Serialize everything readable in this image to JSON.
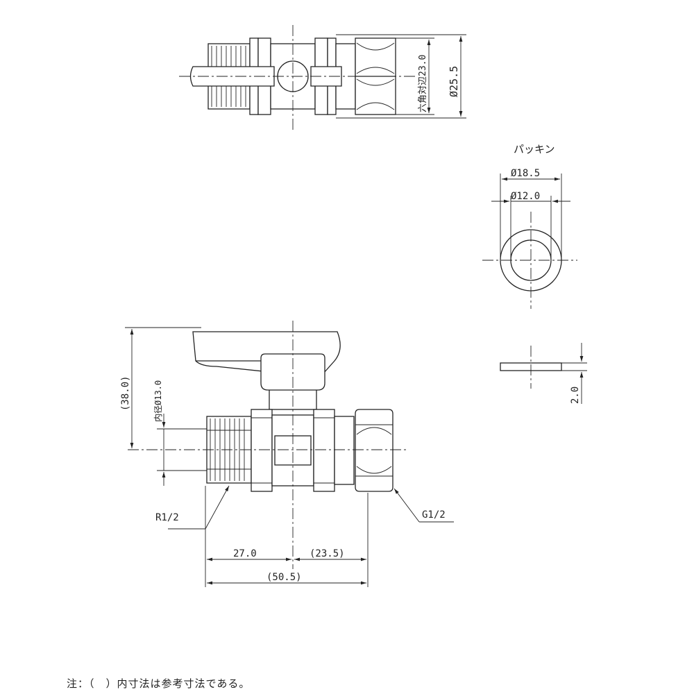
{
  "drawing": {
    "top_view": {
      "hex_across_flats_label": "六角対辺23.0",
      "outer_diameter_label": "Ø25.5"
    },
    "packing": {
      "title": "パッキン",
      "outer_diameter_label": "Ø18.5",
      "inner_diameter_label": "Ø12.0",
      "thickness_label": "2.0"
    },
    "front_view": {
      "height_label": "(38.0)",
      "inner_diameter_label": "内径Ø13.0",
      "male_thread_label": "R1/2",
      "female_thread_label": "G1/2",
      "left_length_label": "27.0",
      "right_length_label": "(23.5)",
      "total_length_label": "(50.5)"
    },
    "note": "注：（　）内寸法は参考寸法である。"
  }
}
